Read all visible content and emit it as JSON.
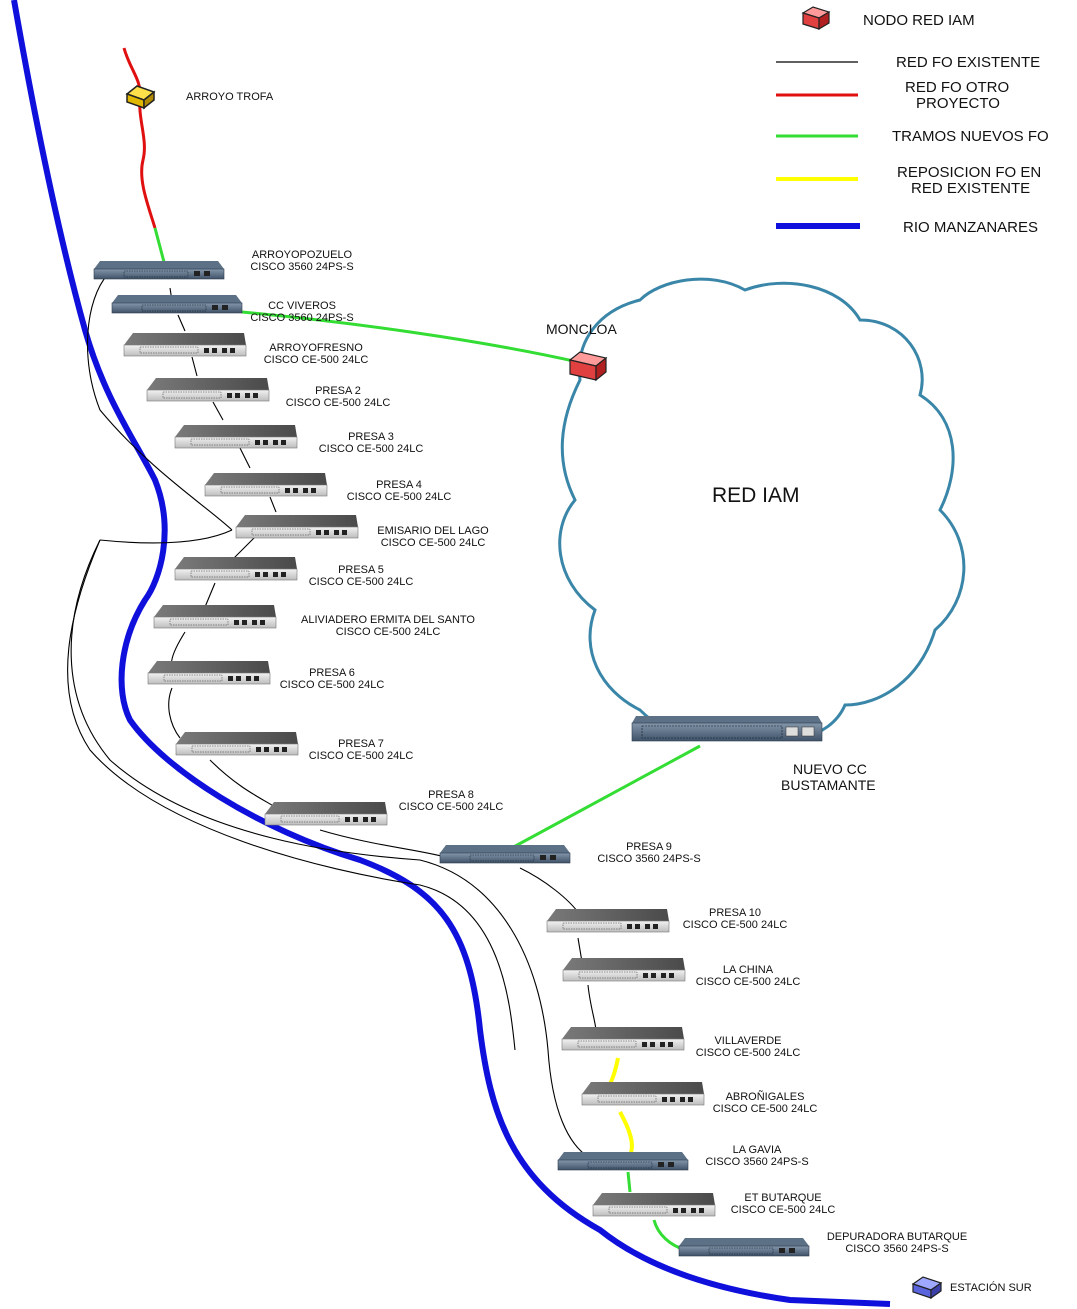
{
  "legend": {
    "items": [
      {
        "id": "node",
        "label": "NODO RED IAM",
        "color": "#e04040"
      },
      {
        "id": "black",
        "label": "RED FO EXISTENTE",
        "color": "#000000"
      },
      {
        "id": "red",
        "label": "RED FO OTRO PROYECTO",
        "line1": "RED FO OTRO",
        "line2": "PROYECTO",
        "color": "#e01010"
      },
      {
        "id": "green",
        "label": "TRAMOS NUEVOS FO",
        "color": "#33dd33"
      },
      {
        "id": "yellow",
        "label": "REPOSICION FO EN RED EXISTENTE",
        "line1": "REPOSICION FO EN",
        "line2": "RED EXISTENTE",
        "color": "#ffff00"
      },
      {
        "id": "blue",
        "label": "RIO MANZANARES",
        "color": "#1010dd"
      }
    ]
  },
  "cloud": {
    "label": "RED IAM"
  },
  "moncloa": {
    "label": "MONCLOA"
  },
  "bustamante": {
    "line1": "NUEVO CC",
    "line2": "BUSTAMANTE"
  },
  "arroyo_trofa": {
    "label": "ARROYO TROFA"
  },
  "estacion_sur": {
    "label": "ESTACIÓN SUR"
  },
  "devices": [
    {
      "name": "ARROYOPOZUELO",
      "model": "CISCO 3560 24PS-S"
    },
    {
      "name": "CC VIVEROS",
      "model": "CISCO 3560 24PS-S"
    },
    {
      "name": "ARROYOFRESNO",
      "model": "CISCO CE-500 24LC"
    },
    {
      "name": "PRESA 2",
      "model": "CISCO CE-500 24LC"
    },
    {
      "name": "PRESA 3",
      "model": "CISCO CE-500 24LC"
    },
    {
      "name": "PRESA 4",
      "model": "CISCO CE-500 24LC"
    },
    {
      "name": "EMISARIO DEL LAGO",
      "model": "CISCO CE-500 24LC"
    },
    {
      "name": "PRESA 5",
      "model": "CISCO CE-500 24LC"
    },
    {
      "name": "ALIVIADERO ERMITA DEL SANTO",
      "model": "CISCO CE-500 24LC"
    },
    {
      "name": "PRESA 6",
      "model": "CISCO CE-500 24LC"
    },
    {
      "name": "PRESA 7",
      "model": "CISCO CE-500 24LC"
    },
    {
      "name": "PRESA 8",
      "model": "CISCO CE-500 24LC"
    },
    {
      "name": "PRESA 9",
      "model": "CISCO 3560 24PS-S"
    },
    {
      "name": "PRESA 10",
      "model": "CISCO CE-500 24LC"
    },
    {
      "name": "LA CHINA",
      "model": "CISCO CE-500 24LC"
    },
    {
      "name": "VILLAVERDE",
      "model": "CISCO CE-500 24LC"
    },
    {
      "name": "ABROÑIGALES",
      "model": "CISCO CE-500 24LC"
    },
    {
      "name": "LA GAVIA",
      "model": "CISCO 3560 24PS-S"
    },
    {
      "name": "ET BUTARQUE",
      "model": "CISCO CE-500 24LC"
    },
    {
      "name": "DEPURADORA BUTARQUE",
      "model": "CISCO 3560 24PS-S"
    }
  ]
}
